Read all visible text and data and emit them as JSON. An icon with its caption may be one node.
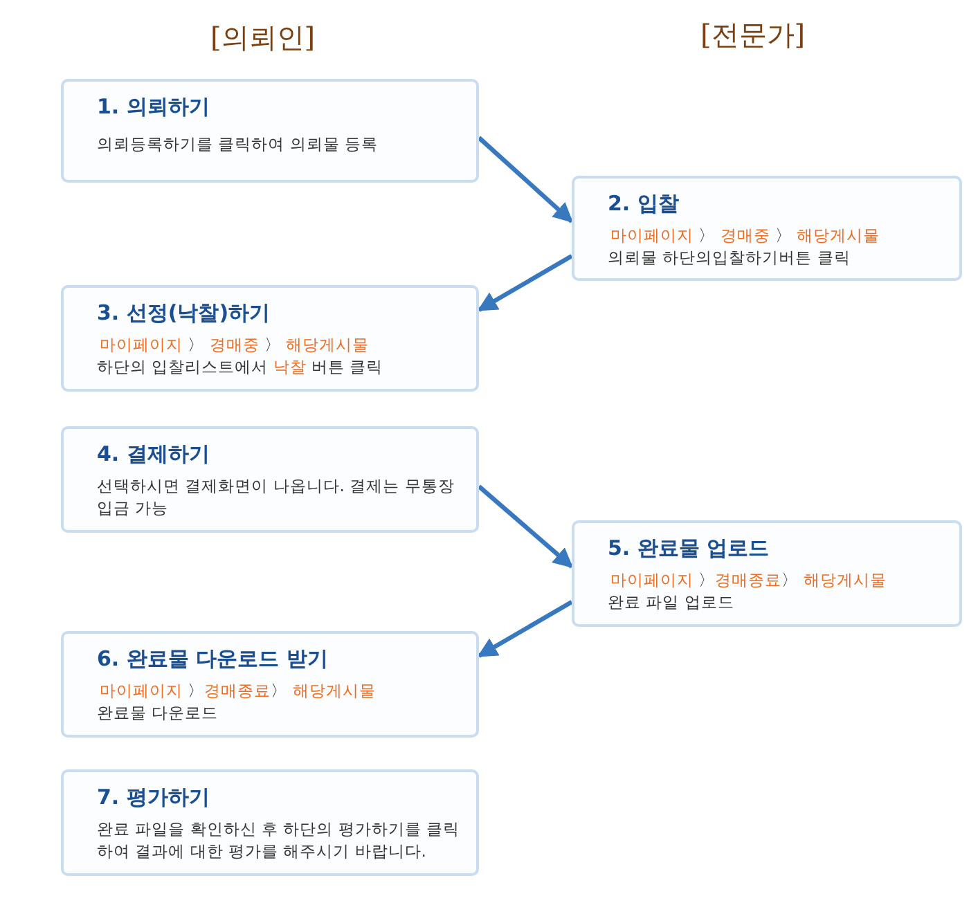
{
  "diagram": {
    "nodes": [
      {
        "text": [
          "1. 의뢰하기",
          "의뢰등록하기를 클릭하여 의뢰물 등록"
        ]
      },
      {
        "text": [
          "2. 입찰",
          "*마이페이지* 〉 *경매중* 〉 *해당게시물*",
          "의뢰물 하단의입찰하기버튼 클릭"
        ]
      },
      {
        "text": [
          "3. 선정(낙찰)하기",
          "*마이페이지* 〉 *경매중* 〉 *해당게시물*",
          "하단의 입찰리스트에서 *낙찰* 버튼 클릭"
        ]
      },
      {
        "text": [
          "4. 결제하기",
          "선택하시면 결제화면이 나옵니다. 결제는 무통장입금 가능"
        ]
      },
      {
        "text": [
          "5. 완료물 업로드",
          "*마이페이지* 〉*경매종료*〉 *해당게시물*",
          "완료 파일 업로드"
        ]
      },
      {
        "text": [
          "6. 완료물 다운로드 받기",
          "*마이페이지* 〉*경매종료*〉 *해당게시물*",
          "완료물 다운로드"
        ]
      },
      {
        "text": [
          "7. 평가하기",
          "완료 파일을 확인하신 후 하단의 평가하기를 클릭하여 결과에 대한 평가를 해주시기 바랍니다."
        ]
      }
    ],
    "edges": [
      {
        "from": 0,
        "to": 1,
        "arrow": "to"
      },
      {
        "from": 1,
        "to": 2,
        "arrow": "to"
      },
      {
        "from": 3,
        "to": 4,
        "arrow": "to"
      },
      {
        "from": 4,
        "to": 5,
        "arrow": "to"
      }
    ],
    "labels": [
      "[의뢰인]",
      "[전문가]"
    ]
  }
}
